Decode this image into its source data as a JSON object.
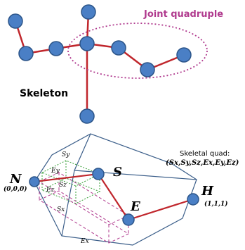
{
  "top": {
    "title": "Joint quadruple",
    "skeleton_label": "Skeleton"
  },
  "bottom": {
    "quad_caption_line1": "Skeletal quad:",
    "quad_caption_line2": "(Sx,Sy,Sz,Ex,Ey,Ez)",
    "N_label": "N",
    "N_coord": "(0,0,0)",
    "S_label": "S",
    "E_label": "E",
    "H_label": "H",
    "H_coord": "(1,1,1)",
    "sx": "Sx",
    "sy": "Sy",
    "sz": "Sz",
    "ex": "Ex",
    "ey": "Ey",
    "ez": "Ez"
  },
  "colors": {
    "node": "#4a7fc5",
    "bone": "#c0262c",
    "ellipse": "#b03a8e",
    "box": "#3c5f8a",
    "green": "#3aa13a",
    "magenta": "#b03a8e"
  }
}
